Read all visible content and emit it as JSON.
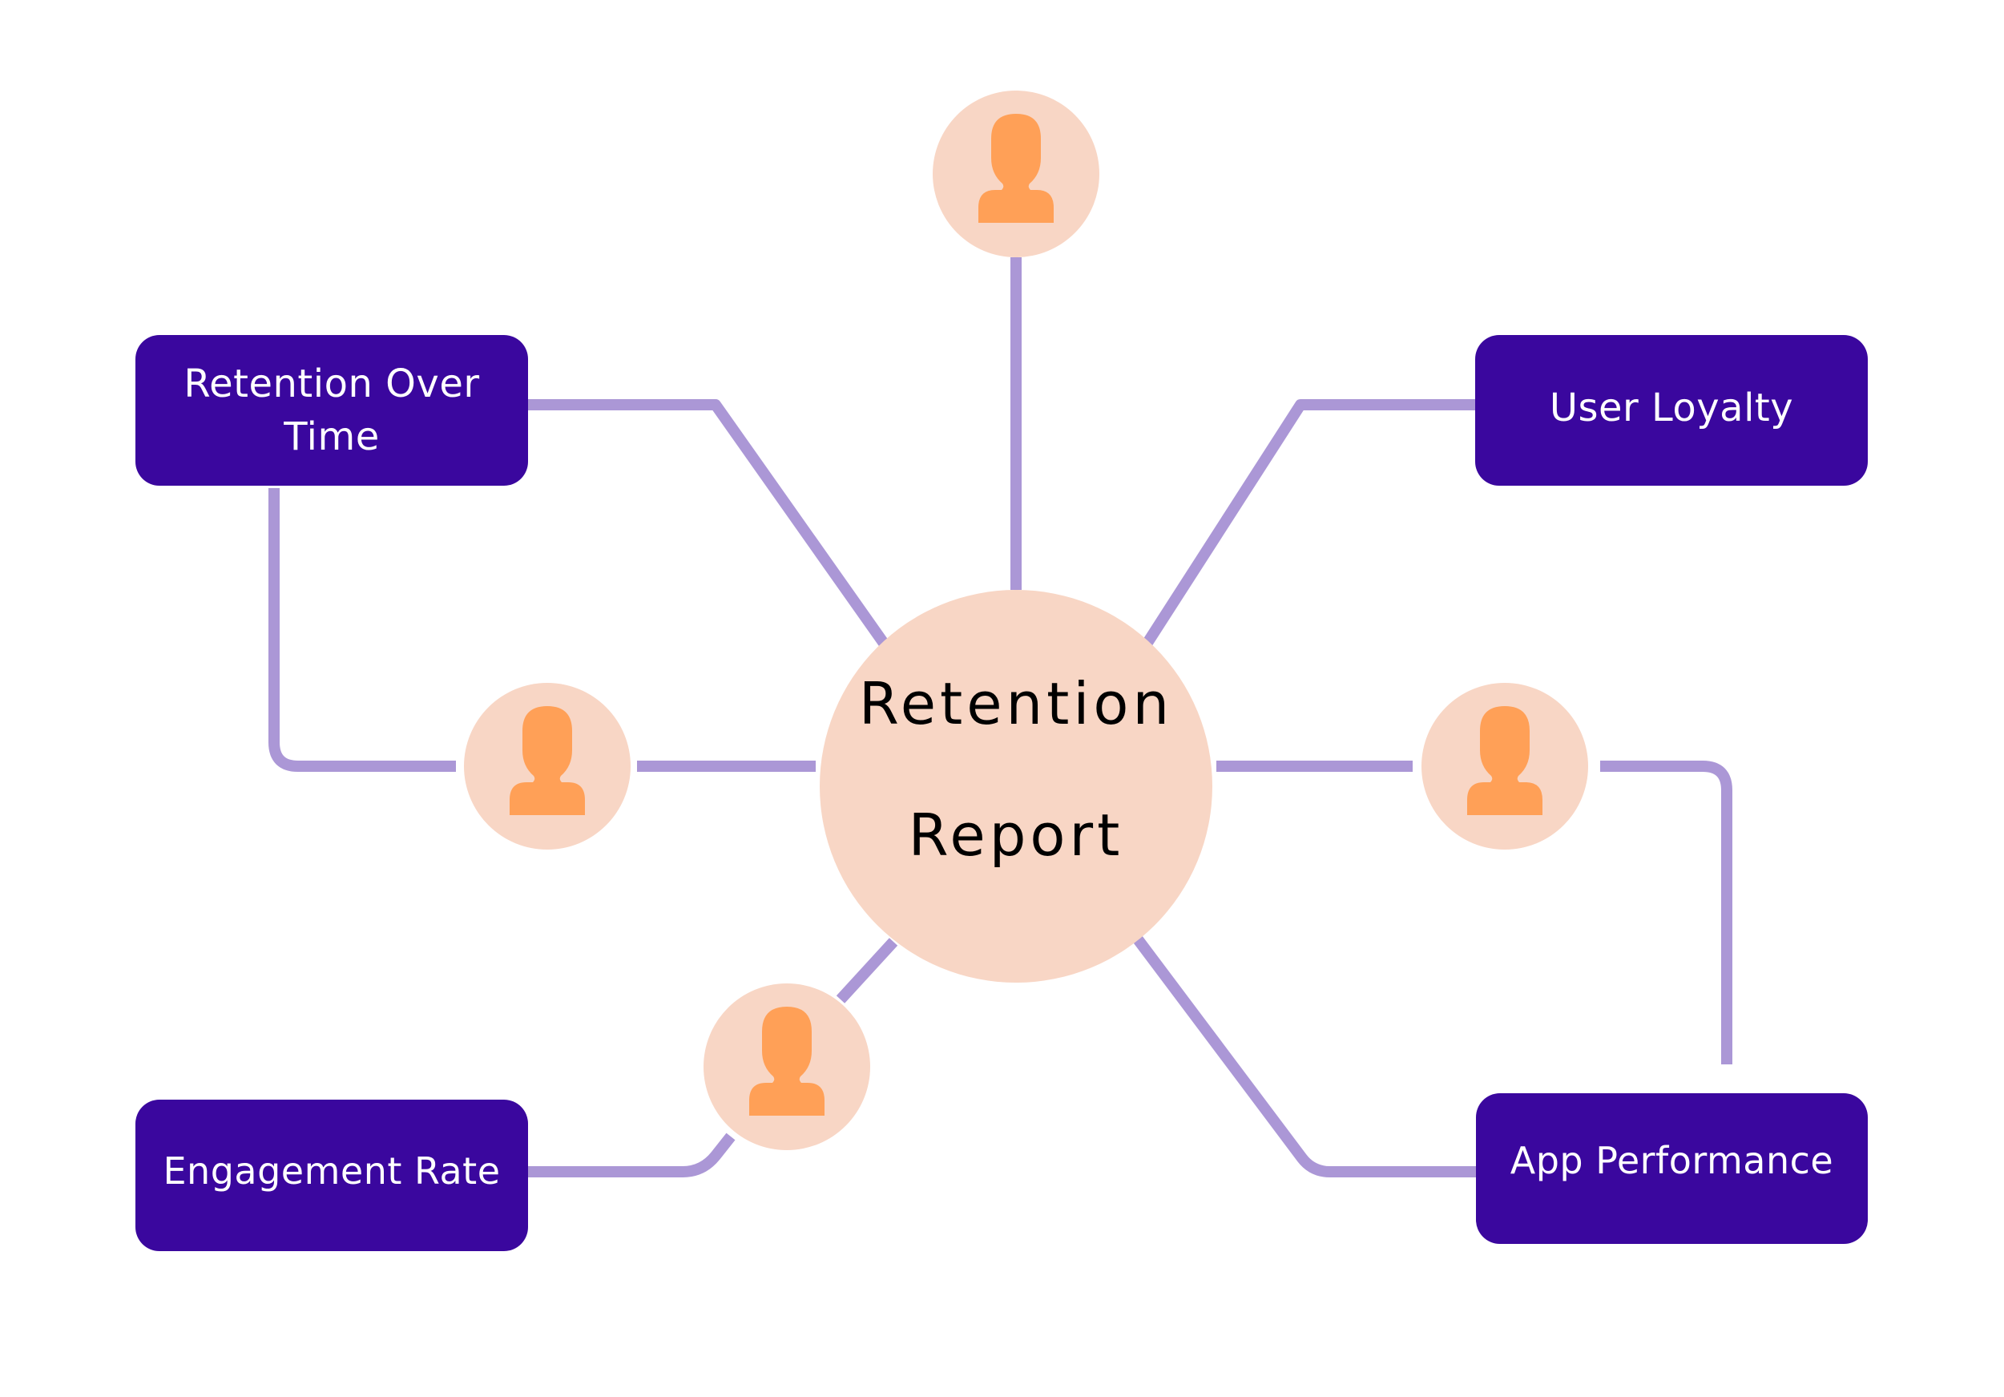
{
  "diagram": {
    "title": "Retention Report",
    "center": {
      "label_line1": "Retention",
      "label_line2": "Report"
    },
    "boxes": [
      {
        "id": "retention-over-time",
        "label": "Retention Over Time"
      },
      {
        "id": "user-loyalty",
        "label": "User Loyalty"
      },
      {
        "id": "engagement-rate",
        "label": "Engagement Rate"
      },
      {
        "id": "app-performance",
        "label": "App Performance"
      }
    ],
    "person_nodes": [
      {
        "id": "person-top",
        "icon": "user-icon"
      },
      {
        "id": "person-left",
        "icon": "user-icon"
      },
      {
        "id": "person-right",
        "icon": "user-icon"
      },
      {
        "id": "person-bottom-left",
        "icon": "user-icon"
      }
    ],
    "colors": {
      "box": "#3a079e",
      "connector": "#ab97d6",
      "circle": "#f8d6c5",
      "person": "#ffa057",
      "box_text": "#ffffff",
      "center_text": "#000000"
    }
  }
}
